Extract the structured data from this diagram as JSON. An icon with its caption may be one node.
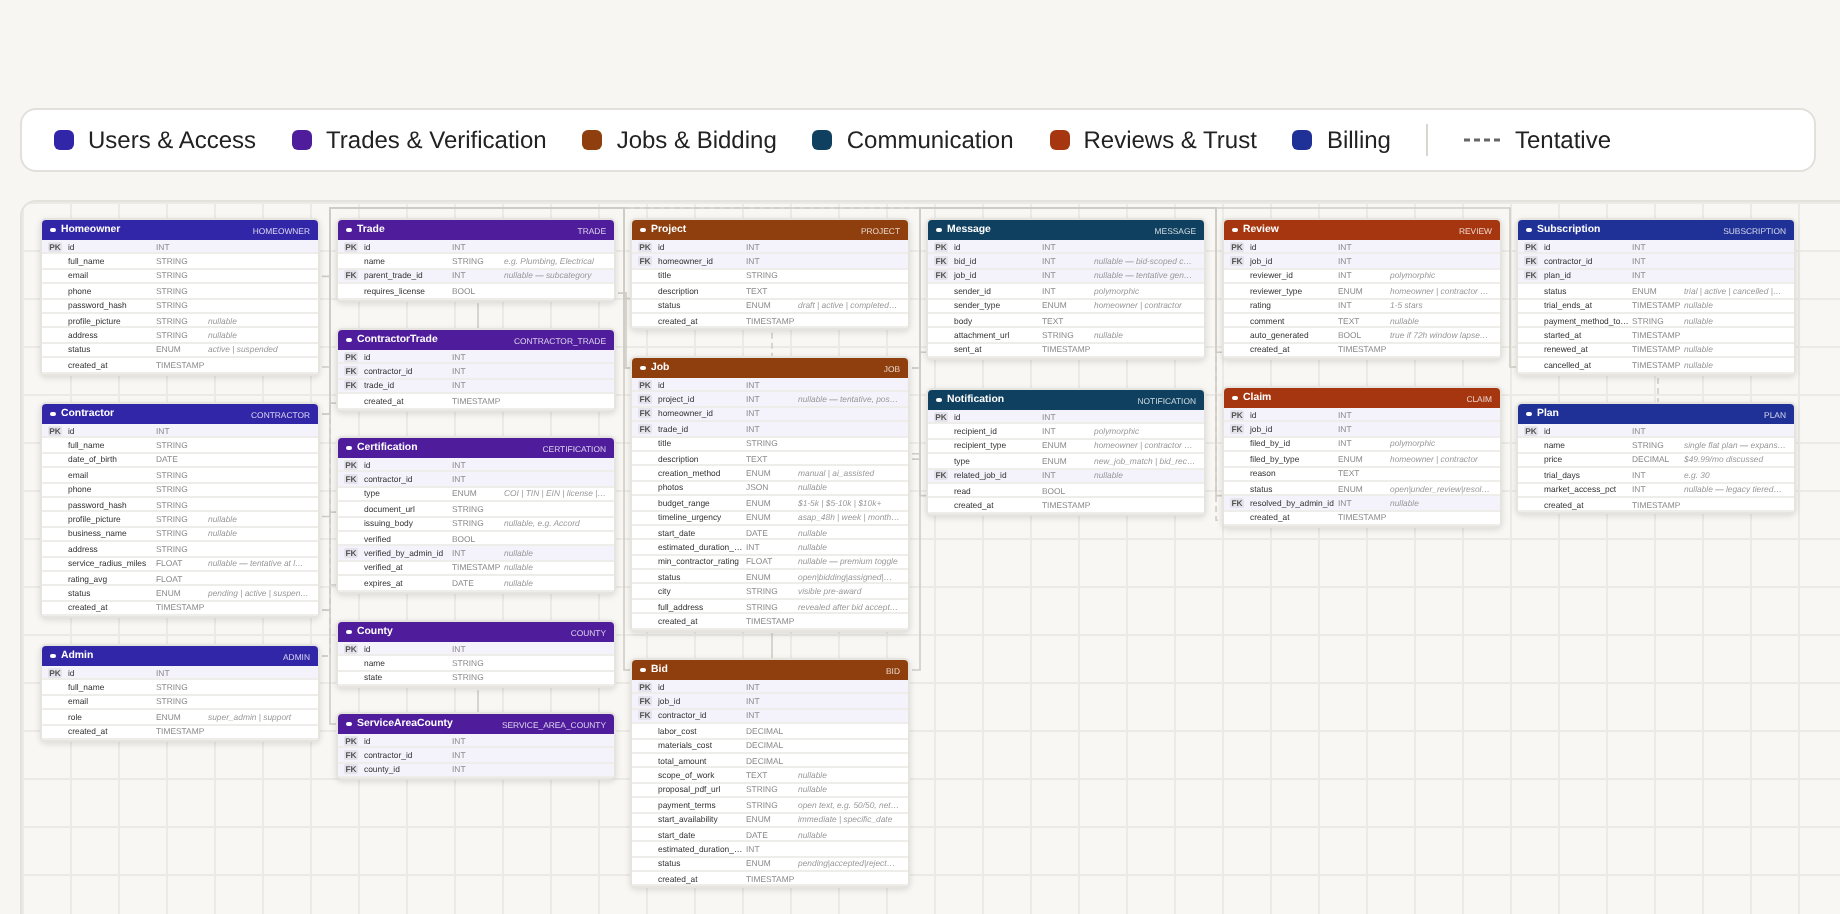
{
  "diagram": {
    "nodes": [
      {
        "text": [
          "Homeowner",
          "HOMEOWNER"
        ]
      },
      {
        "text": [
          "Contractor",
          "CONTRACTOR"
        ]
      },
      {
        "text": [
          "Admin",
          "ADMIN"
        ]
      },
      {
        "text": [
          "Trade",
          "TRADE"
        ]
      },
      {
        "text": [
          "ContractorTrade",
          "CONTRACTOR_TRADE"
        ]
      },
      {
        "text": [
          "Certification",
          "CERTIFICATION"
        ]
      },
      {
        "text": [
          "County",
          "COUNTY"
        ]
      },
      {
        "text": [
          "ServiceAreaCounty",
          "SERVICE_AREA_COUNTY"
        ]
      },
      {
        "text": [
          "Project",
          "PROJECT"
        ]
      },
      {
        "text": [
          "Job",
          "JOB"
        ]
      },
      {
        "text": [
          "Bid",
          "BID"
        ]
      },
      {
        "text": [
          "Message",
          "MESSAGE"
        ]
      },
      {
        "text": [
          "Notification",
          "NOTIFICATION"
        ]
      },
      {
        "text": [
          "Review",
          "REVIEW"
        ]
      },
      {
        "text": [
          "Claim",
          "CLAIM"
        ]
      },
      {
        "text": [
          "Subscription",
          "SUBSCRIPTION"
        ]
      },
      {
        "text": [
          "Plan",
          "PLAN"
        ]
      },
      {
        "text": [
          "id",
          "INT"
        ],
        "in": 0
      },
      {
        "text": [
          "full_name",
          "STRING"
        ],
        "in": 0
      },
      {
        "text": [
          "email",
          "STRING"
        ],
        "in": 0
      },
      {
        "text": [
          "phone",
          "STRING"
        ],
        "in": 0
      },
      {
        "text": [
          "password_hash",
          "STRING"
        ],
        "in": 0
      },
      {
        "text": [
          "profile_picture",
          "STRING",
          "nullable"
        ],
        "in": 0
      },
      {
        "text": [
          "address",
          "STRING",
          "nullable"
        ],
        "in": 0
      },
      {
        "text": [
          "status",
          "ENUM",
          "active | suspended"
        ],
        "in": 0
      },
      {
        "text": [
          "created_at",
          "TIMESTAMP"
        ],
        "in": 0
      },
      {
        "text": [
          "id",
          "INT"
        ],
        "in": 1
      },
      {
        "text": [
          "full_name",
          "STRING"
        ],
        "in": 1
      },
      {
        "text": [
          "date_of_birth",
          "DATE"
        ],
        "in": 1
      },
      {
        "text": [
          "email",
          "STRING"
        ],
        "in": 1
      },
      {
        "text": [
          "phone",
          "STRING"
        ],
        "in": 1
      },
      {
        "text": [
          "password_hash",
          "STRING"
        ],
        "in": 1
      },
      {
        "text": [
          "profile_picture",
          "STRING",
          "nullable"
        ],
        "in": 1
      },
      {
        "text": [
          "business_name",
          "STRING",
          "nullable"
        ],
        "in": 1
      },
      {
        "text": [
          "address",
          "STRING"
        ],
        "in": 1
      },
      {
        "text": [
          "service_radius_miles",
          "FLOAT",
          "nullable — tentative at l…"
        ],
        "in": 1
      },
      {
        "text": [
          "rating_avg",
          "FLOAT"
        ],
        "in": 1
      },
      {
        "text": [
          "status",
          "ENUM",
          "pending | active | suspen…"
        ],
        "in": 1
      },
      {
        "text": [
          "created_at",
          "TIMESTAMP"
        ],
        "in": 1
      },
      {
        "text": [
          "id",
          "INT"
        ],
        "in": 2
      },
      {
        "text": [
          "full_name",
          "STRING"
        ],
        "in": 2
      },
      {
        "text": [
          "email",
          "STRING"
        ],
        "in": 2
      },
      {
        "text": [
          "role",
          "ENUM",
          "super_admin | support"
        ],
        "in": 2
      },
      {
        "text": [
          "created_at",
          "TIMESTAMP"
        ],
        "in": 2
      },
      {
        "text": [
          "id",
          "INT"
        ],
        "in": 3
      },
      {
        "text": [
          "name",
          "STRING",
          "e.g. Plumbing, Electrical"
        ],
        "in": 3
      },
      {
        "text": [
          "parent_trade_id",
          "INT",
          "nullable — subcategory"
        ],
        "in": 3
      },
      {
        "text": [
          "requires_license",
          "BOOL"
        ],
        "in": 3
      },
      {
        "text": [
          "id",
          "INT"
        ],
        "in": 4
      },
      {
        "text": [
          "contractor_id",
          "INT"
        ],
        "in": 4
      },
      {
        "text": [
          "trade_id",
          "INT"
        ],
        "in": 4
      },
      {
        "text": [
          "created_at",
          "TIMESTAMP"
        ],
        "in": 4
      },
      {
        "text": [
          "id",
          "INT"
        ],
        "in": 5
      },
      {
        "text": [
          "contractor_id",
          "INT"
        ],
        "in": 5
      },
      {
        "text": [
          "type",
          "ENUM",
          "COI | TIN | EIN | license |…"
        ],
        "in": 5
      },
      {
        "text": [
          "document_url",
          "STRING"
        ],
        "in": 5
      },
      {
        "text": [
          "issuing_body",
          "STRING",
          "nullable, e.g. Accord"
        ],
        "in": 5
      },
      {
        "text": [
          "verified",
          "BOOL"
        ],
        "in": 5
      },
      {
        "text": [
          "verified_by_admin_id",
          "INT",
          "nullable"
        ],
        "in": 5
      },
      {
        "text": [
          "verified_at",
          "TIMESTAMP",
          "nullable"
        ],
        "in": 5
      },
      {
        "text": [
          "expires_at",
          "DATE",
          "nullable"
        ],
        "in": 5
      },
      {
        "text": [
          "id",
          "INT"
        ],
        "in": 6
      },
      {
        "text": [
          "name",
          "STRING"
        ],
        "in": 6
      },
      {
        "text": [
          "state",
          "STRING"
        ],
        "in": 6
      },
      {
        "text": [
          "id",
          "INT"
        ],
        "in": 7
      },
      {
        "text": [
          "contractor_id",
          "INT"
        ],
        "in": 7
      },
      {
        "text": [
          "county_id",
          "INT"
        ],
        "in": 7
      },
      {
        "text": [
          "id",
          "INT"
        ],
        "in": 8
      },
      {
        "text": [
          "homeowner_id",
          "INT"
        ],
        "in": 8
      },
      {
        "text": [
          "title",
          "STRING"
        ],
        "in": 8
      },
      {
        "text": [
          "description",
          "TEXT"
        ],
        "in": 8
      },
      {
        "text": [
          "status",
          "ENUM",
          "draft | active | completed…"
        ],
        "in": 8
      },
      {
        "text": [
          "created_at",
          "TIMESTAMP"
        ],
        "in": 8
      },
      {
        "text": [
          "id",
          "INT"
        ],
        "in": 9
      },
      {
        "text": [
          "project_id",
          "INT",
          "nullable — tentative, pos…"
        ],
        "in": 9
      },
      {
        "text": [
          "homeowner_id",
          "INT"
        ],
        "in": 9
      },
      {
        "text": [
          "trade_id",
          "INT"
        ],
        "in": 9
      },
      {
        "text": [
          "title",
          "STRING"
        ],
        "in": 9
      },
      {
        "text": [
          "description",
          "TEXT"
        ],
        "in": 9
      },
      {
        "text": [
          "creation_method",
          "ENUM",
          "manual | ai_assisted"
        ],
        "in": 9
      },
      {
        "text": [
          "photos",
          "JSON",
          "nullable"
        ],
        "in": 9
      },
      {
        "text": [
          "budget_range",
          "ENUM",
          "$1-5k | $5-10k | $10k+"
        ],
        "in": 9
      },
      {
        "text": [
          "timeline_urgency",
          "ENUM",
          "asap_48h | week | month…"
        ],
        "in": 9
      },
      {
        "text": [
          "start_date",
          "DATE",
          "nullable"
        ],
        "in": 9
      },
      {
        "text": [
          "estimated_duration_…",
          "INT",
          "nullable"
        ],
        "in": 9
      },
      {
        "text": [
          "min_contractor_rating",
          "FLOAT",
          "nullable — premium toggle"
        ],
        "in": 9
      },
      {
        "text": [
          "status",
          "ENUM",
          "open|bidding|assigned|…"
        ],
        "in": 9
      },
      {
        "text": [
          "city",
          "STRING",
          "visible pre-award"
        ],
        "in": 9
      },
      {
        "text": [
          "full_address",
          "STRING",
          "revealed after bid accept…"
        ],
        "in": 9
      },
      {
        "text": [
          "created_at",
          "TIMESTAMP"
        ],
        "in": 9
      },
      {
        "text": [
          "id",
          "INT"
        ],
        "in": 10
      },
      {
        "text": [
          "job_id",
          "INT"
        ],
        "in": 10
      },
      {
        "text": [
          "contractor_id",
          "INT"
        ],
        "in": 10
      },
      {
        "text": [
          "labor_cost",
          "DECIMAL"
        ],
        "in": 10
      },
      {
        "text": [
          "materials_cost",
          "DECIMAL"
        ],
        "in": 10
      },
      {
        "text": [
          "total_amount",
          "DECIMAL"
        ],
        "in": 10
      },
      {
        "text": [
          "scope_of_work",
          "TEXT",
          "nullable"
        ],
        "in": 10
      },
      {
        "text": [
          "proposal_pdf_url",
          "STRING",
          "nullable"
        ],
        "in": 10
      },
      {
        "text": [
          "payment_terms",
          "STRING",
          "open text, e.g. 50/50, net…"
        ],
        "in": 10
      },
      {
        "text": [
          "start_availability",
          "ENUM",
          "immediate | specific_date"
        ],
        "in": 10
      },
      {
        "text": [
          "start_date",
          "DATE",
          "nullable"
        ],
        "in": 10
      },
      {
        "text": [
          "estimated_duration_…",
          "INT"
        ],
        "in": 10
      },
      {
        "text": [
          "status",
          "ENUM",
          "pending|accepted|reject…"
        ],
        "in": 10
      },
      {
        "text": [
          "created_at",
          "TIMESTAMP"
        ],
        "in": 10
      },
      {
        "text": [
          "id",
          "INT"
        ],
        "in": 11
      },
      {
        "text": [
          "bid_id",
          "INT",
          "nullable — bid-scoped c…"
        ],
        "in": 11
      },
      {
        "text": [
          "job_id",
          "INT",
          "nullable — tentative gen…"
        ],
        "in": 11
      },
      {
        "text": [
          "sender_id",
          "INT",
          "polymorphic"
        ],
        "in": 11
      },
      {
        "text": [
          "sender_type",
          "ENUM",
          "homeowner | contractor"
        ],
        "in": 11
      },
      {
        "text": [
          "body",
          "TEXT"
        ],
        "in": 11
      },
      {
        "text": [
          "attachment_url",
          "STRING",
          "nullable"
        ],
        "in": 11
      },
      {
        "text": [
          "sent_at",
          "TIMESTAMP"
        ],
        "in": 11
      },
      {
        "text": [
          "id",
          "INT"
        ],
        "in": 12
      },
      {
        "text": [
          "recipient_id",
          "INT",
          "polymorphic"
        ],
        "in": 12
      },
      {
        "text": [
          "recipient_type",
          "ENUM",
          "homeowner | contractor …"
        ],
        "in": 12
      },
      {
        "text": [
          "type",
          "ENUM",
          "new_job_match | bid_rec…"
        ],
        "in": 12
      },
      {
        "text": [
          "related_job_id",
          "INT",
          "nullable"
        ],
        "in": 12
      },
      {
        "text": [
          "read",
          "BOOL"
        ],
        "in": 12
      },
      {
        "text": [
          "created_at",
          "TIMESTAMP"
        ],
        "in": 12
      },
      {
        "text": [
          "id",
          "INT"
        ],
        "in": 13
      },
      {
        "text": [
          "job_id",
          "INT"
        ],
        "in": 13
      },
      {
        "text": [
          "reviewer_id",
          "INT",
          "polymorphic"
        ],
        "in": 13
      },
      {
        "text": [
          "reviewer_type",
          "ENUM",
          "homeowner | contractor …"
        ],
        "in": 13
      },
      {
        "text": [
          "rating",
          "INT",
          "1-5 stars"
        ],
        "in": 13
      },
      {
        "text": [
          "comment",
          "TEXT",
          "nullable"
        ],
        "in": 13
      },
      {
        "text": [
          "auto_generated",
          "BOOL",
          "true if 72h window lapse…"
        ],
        "in": 13
      },
      {
        "text": [
          "created_at",
          "TIMESTAMP"
        ],
        "in": 13
      },
      {
        "text": [
          "id",
          "INT"
        ],
        "in": 14
      },
      {
        "text": [
          "job_id",
          "INT"
        ],
        "in": 14
      },
      {
        "text": [
          "filed_by_id",
          "INT",
          "polymorphic"
        ],
        "in": 14
      },
      {
        "text": [
          "filed_by_type",
          "ENUM",
          "homeowner | contractor"
        ],
        "in": 14
      },
      {
        "text": [
          "reason",
          "TEXT"
        ],
        "in": 14
      },
      {
        "text": [
          "status",
          "ENUM",
          "open|under_review|resol…"
        ],
        "in": 14
      },
      {
        "text": [
          "resolved_by_admin_id",
          "INT",
          "nullable"
        ],
        "in": 14
      },
      {
        "text": [
          "created_at",
          "TIMESTAMP"
        ],
        "in": 14
      },
      {
        "text": [
          "id",
          "INT"
        ],
        "in": 15
      },
      {
        "text": [
          "contractor_id",
          "INT"
        ],
        "in": 15
      },
      {
        "text": [
          "plan_id",
          "INT"
        ],
        "in": 15
      },
      {
        "text": [
          "status",
          "ENUM",
          "trial | active | cancelled |…"
        ],
        "in": 15
      },
      {
        "text": [
          "trial_ends_at",
          "TIMESTAMP",
          "nullable"
        ],
        "in": 15
      },
      {
        "text": [
          "payment_method_to…",
          "STRING",
          "nullable"
        ],
        "in": 15
      },
      {
        "text": [
          "started_at",
          "TIMESTAMP"
        ],
        "in": 15
      },
      {
        "text": [
          "renewed_at",
          "TIMESTAMP",
          "nullable"
        ],
        "in": 15
      },
      {
        "text": [
          "cancelled_at",
          "TIMESTAMP",
          "nullable"
        ],
        "in": 15
      },
      {
        "text": [
          "id",
          "INT"
        ],
        "in": 16
      },
      {
        "text": [
          "name",
          "STRING",
          "single flat plan — expans…"
        ],
        "in": 16
      },
      {
        "text": [
          "price",
          "DECIMAL",
          "$49.99/mo discussed"
        ],
        "in": 16
      },
      {
        "text": [
          "trial_days",
          "INT",
          "e.g. 30"
        ],
        "in": 16
      },
      {
        "text": [
          "market_access_pct",
          "INT",
          "nullable — legacy tiered…"
        ],
        "in": 16
      },
      {
        "text": [
          "created_at",
          "TIMESTAMP"
        ],
        "in": 16
      },
      {
        "text": [
          "PK"
        ],
        "in": 17
      },
      {
        "text": [
          "PK"
        ],
        "in": 26
      },
      {
        "text": [
          "PK"
        ],
        "in": 39
      },
      {
        "text": [
          "PK"
        ],
        "in": 44
      },
      {
        "text": [
          "FK"
        ],
        "in": 46
      },
      {
        "text": [
          "PK"
        ],
        "in": 48
      },
      {
        "text": [
          "FK"
        ],
        "in": 49
      },
      {
        "text": [
          "FK"
        ],
        "in": 50
      },
      {
        "text": [
          "PK"
        ],
        "in": 52
      },
      {
        "text": [
          "FK"
        ],
        "in": 53
      },
      {
        "text": [
          "FK"
        ],
        "in": 58
      },
      {
        "text": [
          "PK"
        ],
        "in": 61
      },
      {
        "text": [
          "PK"
        ],
        "in": 64
      },
      {
        "text": [
          "FK"
        ],
        "in": 65
      },
      {
        "text": [
          "FK"
        ],
        "in": 66
      },
      {
        "text": [
          "PK"
        ],
        "in": 67
      },
      {
        "text": [
          "FK"
        ],
        "in": 68
      },
      {
        "text": [
          "PK"
        ],
        "in": 73
      },
      {
        "text": [
          "FK"
        ],
        "in": 74
      },
      {
        "text": [
          "FK"
        ],
        "in": 75
      },
      {
        "text": [
          "FK"
        ],
        "in": 76
      },
      {
        "text": [
          "PK"
        ],
        "in": 90
      },
      {
        "text": [
          "FK"
        ],
        "in": 91
      },
      {
        "text": [
          "FK"
        ],
        "in": 92
      },
      {
        "text": [
          "PK"
        ],
        "in": 104
      },
      {
        "text": [
          "FK"
        ],
        "in": 105
      },
      {
        "text": [
          "FK"
        ],
        "in": 106
      },
      {
        "text": [
          "PK"
        ],
        "in": 112
      },
      {
        "text": [
          "FK"
        ],
        "in": 116
      },
      {
        "text": [
          "PK"
        ],
        "in": 119
      },
      {
        "text": [
          "FK"
        ],
        "in": 120
      },
      {
        "text": [
          "PK"
        ],
        "in": 127
      },
      {
        "text": [
          "FK"
        ],
        "in": 128
      },
      {
        "text": [
          "FK"
        ],
        "in": 133
      },
      {
        "text": [
          "PK"
        ],
        "in": 135
      },
      {
        "text": [
          "FK"
        ],
        "in": 136
      },
      {
        "text": [
          "FK"
        ],
        "in": 137
      },
      {
        "text": [
          "PK"
        ],
        "in": 144
      }
    ],
    "edges": [
      {
        "from": 0,
        "to": 8,
        "arrow": "none"
      },
      {
        "from": 0,
        "to": 9,
        "arrow": "none"
      },
      {
        "from": 1,
        "to": 4,
        "arrow": "none"
      },
      {
        "from": 3,
        "to": 4,
        "arrow": "none"
      },
      {
        "from": 1,
        "to": 5,
        "arrow": "none"
      },
      {
        "from": 2,
        "to": 5,
        "arrow": "none",
        "style": "dashed"
      },
      {
        "from": 1,
        "to": 7,
        "arrow": "none"
      },
      {
        "from": 6,
        "to": 7,
        "arrow": "none"
      },
      {
        "from": 8,
        "to": 9,
        "arrow": "none",
        "style": "dashed"
      },
      {
        "from": 3,
        "to": 9,
        "arrow": "none"
      },
      {
        "from": 9,
        "to": 10,
        "arrow": "none"
      },
      {
        "from": 1,
        "to": 10,
        "arrow": "none"
      },
      {
        "from": 10,
        "to": 11,
        "arrow": "none"
      },
      {
        "from": 9,
        "to": 11,
        "arrow": "none",
        "style": "dashed"
      },
      {
        "from": 9,
        "to": 12,
        "arrow": "none"
      },
      {
        "from": 9,
        "to": 13,
        "arrow": "none"
      },
      {
        "from": 9,
        "to": 14,
        "arrow": "none"
      },
      {
        "from": 2,
        "to": 14,
        "arrow": "none",
        "style": "dashed"
      },
      {
        "from": 1,
        "to": 15,
        "arrow": "none"
      },
      {
        "from": 16,
        "to": 15,
        "arrow": "none",
        "style": "dashed"
      }
    ],
    "legend": [
      {
        "text": "Users & Access",
        "color": "#3226a8"
      },
      {
        "text": "Trades & Verification",
        "color": "#4f1c9c"
      },
      {
        "text": "Jobs & Bidding",
        "color": "#8f3f0d"
      },
      {
        "text": "Communication",
        "color": "#0f405f"
      },
      {
        "text": "Reviews & Trust",
        "color": "#a5360f"
      },
      {
        "text": "Billing",
        "color": "#1f3096"
      },
      {
        "text": "Tentative"
      }
    ]
  }
}
